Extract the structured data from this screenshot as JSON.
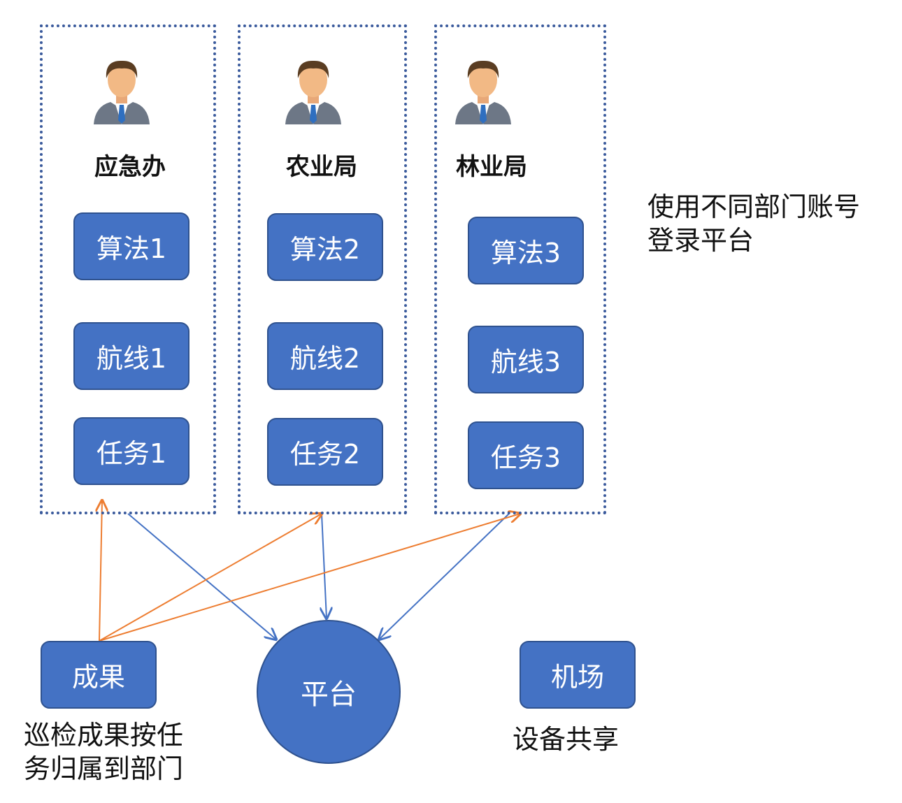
{
  "colors": {
    "box_fill": "#4472c4",
    "box_border": "#2f528f",
    "dotted_border": "#3a5a9c",
    "blue_arrow": "#4472c4",
    "orange_arrow": "#ed7d31"
  },
  "departments": [
    {
      "name": "应急办",
      "algorithm": "算法1",
      "route": "航线1",
      "task": "任务1"
    },
    {
      "name": "农业局",
      "algorithm": "算法2",
      "route": "航线2",
      "task": "任务2"
    },
    {
      "name": "林业局",
      "algorithm": "算法3",
      "route": "航线3",
      "task": "任务3"
    }
  ],
  "avatar_icon": "businessman-icon",
  "platform": {
    "label": "平台"
  },
  "results": {
    "label": "成果",
    "caption_line1": "巡检成果按任",
    "caption_line2": "务归属到部门"
  },
  "airport": {
    "label": "机场",
    "caption": "设备共享"
  },
  "login_note": {
    "line1": "使用不同部门账号",
    "line2": "登录平台"
  }
}
